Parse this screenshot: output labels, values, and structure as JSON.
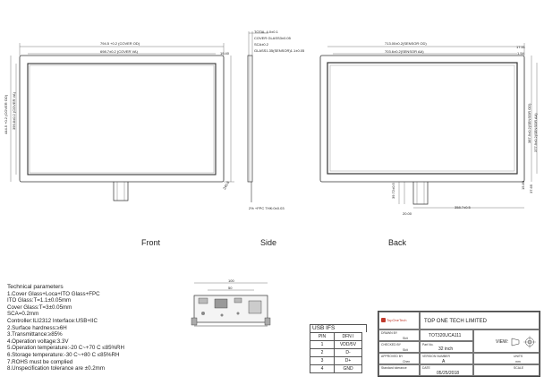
{
  "views": {
    "front": "Front",
    "side": "Side",
    "back": "Back"
  },
  "front_dims": {
    "cover_od": "794.5 +0.2 (COVER OD)",
    "cover_va": "698.7±0.2 (COVER VA)",
    "right_top": "19.40",
    "right_dim": "240.6",
    "left_od": "444.5 +0.2 (COVER OD)",
    "left_va": "399.8±0.2 (COVER VA)",
    "fpc": "R0.5"
  },
  "side_dims": {
    "total": "TOTAL 4.0±0.1",
    "cover_glass": "COVER GLASS3±0.05",
    "sca": "SCA±0.2",
    "glass": "GLASS1.35(SENSOR)1.1±0.05",
    "fpc": "2% +FPC THK:0±0.03"
  },
  "back_dims": {
    "sensor_od": "713.00±0.2(SENSOR OD)",
    "sensor_aa": "703.6±0.2(SENSOR AA)",
    "right_top": "17.51",
    "right_second": "1.54",
    "sensor_od_v": "387.9±0.2(SENSOR OD)",
    "sensor_aa_v": "377.9±0.2(SENSOR AA)",
    "fpc_w": "358.7±0.5",
    "fpc_h1": "39.72±0.5",
    "fpc_h2": "20.00",
    "right_low1": "15.80",
    "right_low2": "37.65"
  },
  "tech": {
    "title": "Technical parameters",
    "lines": [
      "1.Cover Glass+Loca+ITO Glass+FPC",
      "   ITO Glass:T=1.1±0.05mm",
      "   Cover Glass:T=3±0.05mm",
      "   SCA=0.2mm",
      "   Controller:ILI2312  Interface:USB+IIC",
      "2.Surface hardness:≥6H",
      "3.Transmittance:≥85%",
      "4.Operation voltage:3.3V",
      "5.Operation temperature:-20 C~+70 C  ≤85%RH",
      "6.Storage temperature:-30 C~+80 C  ≤85%RH",
      "7.ROHS must be complied",
      "8.Unspecification tolerance are ±0.2mm"
    ]
  },
  "board": {
    "dim_top": "100",
    "dim_mid": "50"
  },
  "usb_ifs": {
    "title": "USB IFS",
    "headers": [
      "PIN",
      "DFN I"
    ],
    "rows": [
      [
        "1",
        "VDD/5V"
      ],
      [
        "2",
        "D-"
      ],
      [
        "3",
        "D+"
      ],
      [
        "4",
        "GND"
      ]
    ]
  },
  "title_block": {
    "logo": "TopOneTech",
    "company": "TOP ONE TECH LIMITED",
    "drawn_by_label": "DRAWN BY",
    "drawn_by_sub": "Skit",
    "model": "TOT320UCA111",
    "checked_label": "CHECKED BY",
    "checked_sub": "Skit",
    "part_no_label": "Part No.",
    "size": "32 inch",
    "approved_label": "APPROVED BY",
    "approved_sub": "Chen",
    "version_label": "VERSION NUMBER",
    "version": "A",
    "unit_label": "UNITS",
    "unit": "mm",
    "standard_label": "Standard tolerance",
    "date_label": "DATE",
    "date": "05/25/2018",
    "scale_label": "SCALE",
    "view_label": "VIEW:"
  }
}
